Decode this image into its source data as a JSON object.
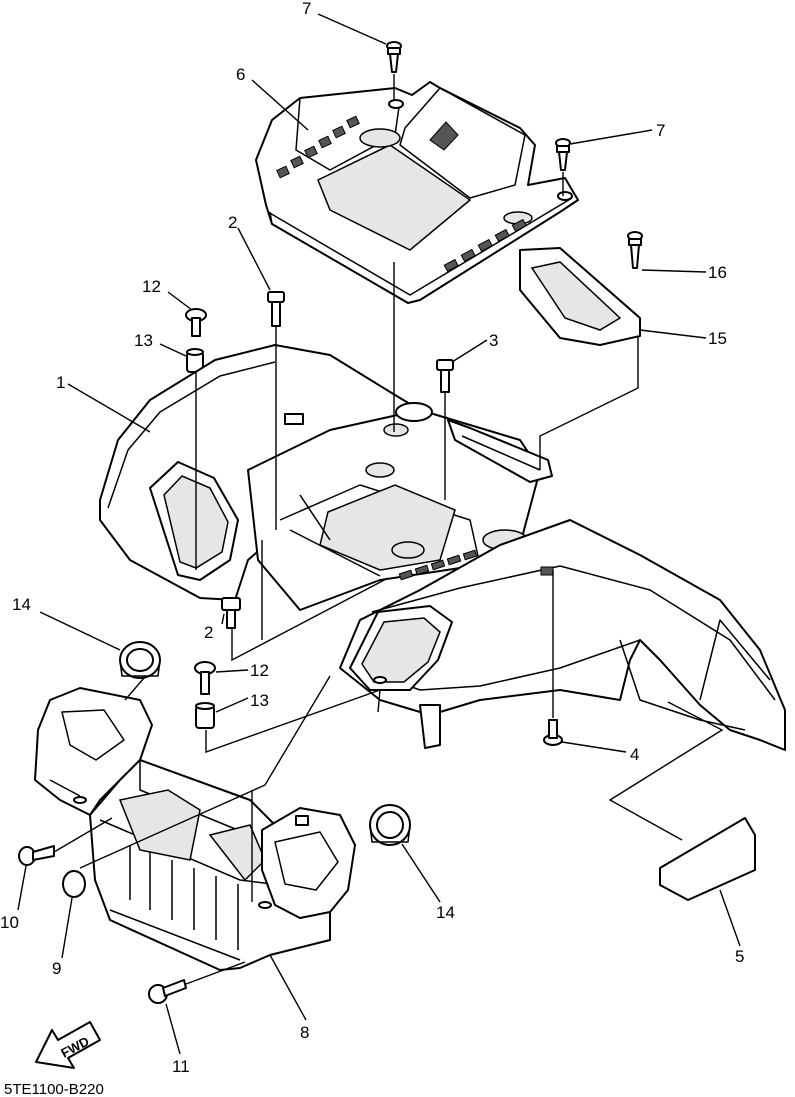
{
  "diagram_code": "5TE1100-B220",
  "fwd_label": "FWD",
  "callouts": [
    {
      "id": "c7a",
      "label": "7",
      "part": "screw"
    },
    {
      "id": "c6",
      "label": "6",
      "part": "top cover"
    },
    {
      "id": "c7b",
      "label": "7",
      "part": "screw"
    },
    {
      "id": "c2a",
      "label": "2",
      "part": "bolt"
    },
    {
      "id": "c12a",
      "label": "12",
      "part": "bolt"
    },
    {
      "id": "c16",
      "label": "16",
      "part": "screw"
    },
    {
      "id": "c13a",
      "label": "13",
      "part": "collar"
    },
    {
      "id": "c3",
      "label": "3",
      "part": "bolt"
    },
    {
      "id": "c15",
      "label": "15",
      "part": "handle"
    },
    {
      "id": "c1",
      "label": "1",
      "part": "rear fender"
    },
    {
      "id": "c14a",
      "label": "14",
      "part": "grommet"
    },
    {
      "id": "c2b",
      "label": "2",
      "part": "bolt"
    },
    {
      "id": "c12b",
      "label": "12",
      "part": "bolt"
    },
    {
      "id": "c13b",
      "label": "13",
      "part": "collar"
    },
    {
      "id": "c4",
      "label": "4",
      "part": "bolt"
    },
    {
      "id": "c10",
      "label": "10",
      "part": "screw"
    },
    {
      "id": "c14b",
      "label": "14",
      "part": "grommet"
    },
    {
      "id": "c9",
      "label": "9",
      "part": "cap"
    },
    {
      "id": "c5",
      "label": "5",
      "part": "label"
    },
    {
      "id": "c11",
      "label": "11",
      "part": "bolt"
    },
    {
      "id": "c8",
      "label": "8",
      "part": "front fender"
    }
  ]
}
